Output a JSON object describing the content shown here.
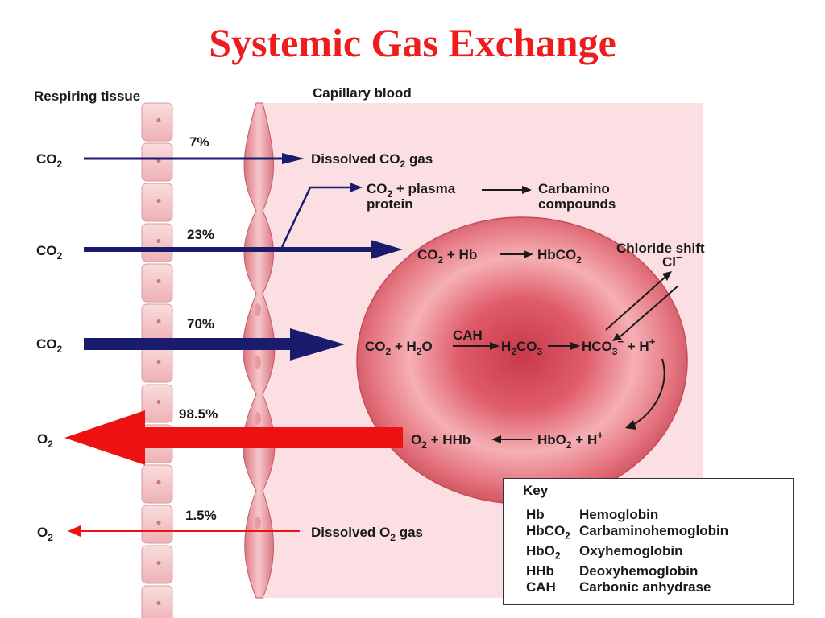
{
  "title": "Systemic Gas Exchange",
  "headers": {
    "respiring_tissue": "Respiring tissue",
    "capillary_blood": "Capillary blood"
  },
  "percentages": {
    "co2_dissolved": "7%",
    "co2_protein": "23%",
    "co2_bicarbonate": "70%",
    "o2_hemoglobin": "98.5%",
    "o2_dissolved": "1.5%"
  },
  "gases": {
    "co2": "CO",
    "o2": "O",
    "sub2": "2"
  },
  "labels": {
    "dissolved": "Dissolved ",
    "gas": " gas",
    "plasma_suffix": " + plasma",
    "protein": "protein",
    "carbamino": "Carbamino",
    "compounds": "compounds",
    "plus_hb": " + Hb",
    "hbco": "HbCO",
    "chloride_shift": "Chloride shift",
    "cl": "Cl",
    "minus": "−",
    "plus_h": " + H",
    "o": "O",
    "cah": "CAH",
    "h": "H",
    "co": "CO",
    "sub3": "3",
    "hco": "HCO",
    "plus_sign": "+",
    "hbo": "HbO",
    "plus_hhb": " + HHb"
  },
  "key": {
    "title": "Key",
    "items": [
      {
        "abbr": "Hb",
        "desc": "Hemoglobin"
      },
      {
        "abbr": "HbCO2",
        "desc": "Carbaminohemoglobin"
      },
      {
        "abbr": "HbO2",
        "desc": "Oxyhemoglobin"
      },
      {
        "abbr": "HHb",
        "desc": "Deoxyhemoglobin"
      },
      {
        "abbr": "CAH",
        "desc": "Carbonic anhydrase"
      }
    ]
  },
  "colors": {
    "title": "#ee1c1c",
    "co2_arrow": "#1b1b6e",
    "o2_arrow": "#ee1111",
    "plasma": "#fbdfe3",
    "rbc": "#e2606c",
    "tissue_cell": "#f4c2c4"
  }
}
